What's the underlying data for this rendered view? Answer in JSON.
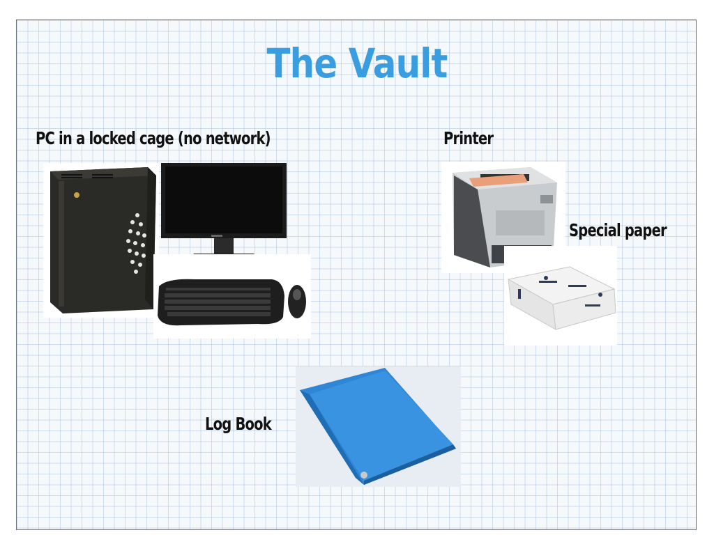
{
  "title": "The Vault",
  "labels": {
    "pc": "PC in a locked cage (no network)",
    "printer": "Printer",
    "paper": "Special paper",
    "logbook": "Log Book"
  },
  "images": {
    "pc_cage": "locked-pc-cage-photo",
    "monitor": "monitor-photo",
    "keyboard_mouse": "keyboard-and-mouse-photo",
    "printer": "printer-photo",
    "paper": "paper-ream-photo",
    "binder": "blue-binder-photo"
  },
  "colors": {
    "title": "#3a9de0",
    "binder": "#2f86d6",
    "grid": "#aac4de"
  }
}
